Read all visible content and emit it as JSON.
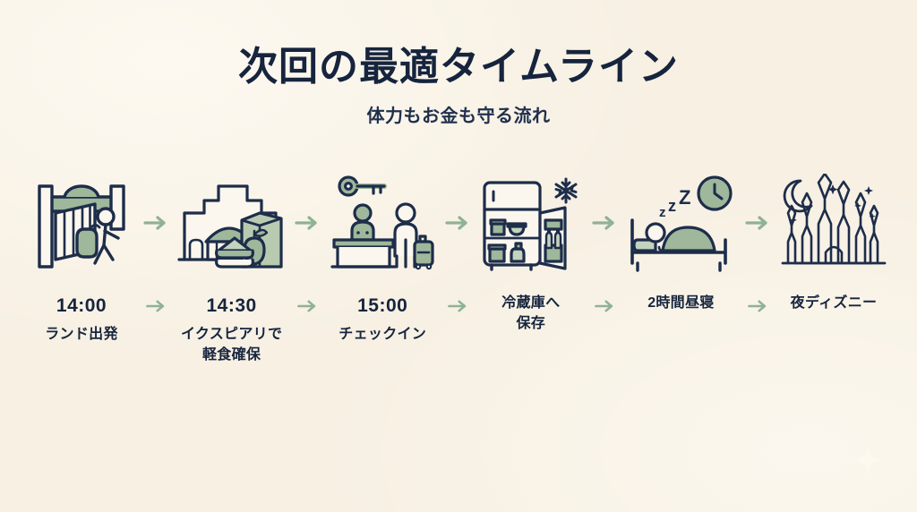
{
  "header": {
    "title": "次回の最適タイムライン",
    "subtitle": "体力もお金も守る流れ"
  },
  "palette": {
    "background": "#f7f0e3",
    "ink": "#16243d",
    "outline": "#1d2d4a",
    "green_fill": "#9fb79a",
    "green_fill_light": "#c3d3bd",
    "arrow": "#8fb295",
    "sparkle": "#fffaf0"
  },
  "arrow": {
    "icon_name": "arrow-right-icon",
    "glyph": "→"
  },
  "steps": [
    {
      "id": "depart-land",
      "icon_name": "park-gate-walker-icon",
      "time": "14:00",
      "lines": [
        "ランド出発"
      ]
    },
    {
      "id": "ikspiari-snack",
      "icon_name": "mall-grocery-snack-icon",
      "time": "14:30",
      "lines": [
        "イクスピアリで",
        "軽食確保"
      ]
    },
    {
      "id": "hotel-checkin",
      "icon_name": "hotel-reception-key-icon",
      "time": "15:00",
      "lines": [
        "チェックイン"
      ]
    },
    {
      "id": "store-in-fridge",
      "icon_name": "refrigerator-snowflake-icon",
      "time": "",
      "lines": [
        "冷蔵庫へ",
        "保存"
      ]
    },
    {
      "id": "two-hour-nap",
      "icon_name": "bed-sleeping-clock-icon",
      "time": "",
      "lines": [
        "2時間昼寝"
      ]
    },
    {
      "id": "night-disney",
      "icon_name": "castle-moon-stars-icon",
      "time": "",
      "lines": [
        "夜ディズニー"
      ]
    }
  ],
  "decoration": {
    "sparkle_name": "sparkle-icon"
  }
}
